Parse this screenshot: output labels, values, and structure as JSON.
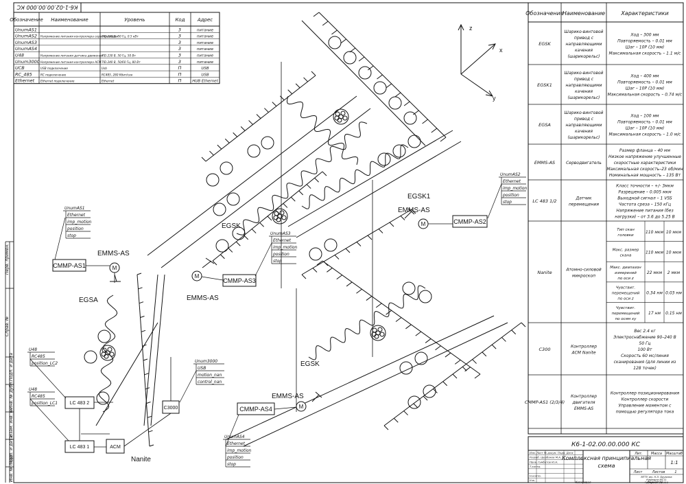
{
  "stamp": "К6-1-02.00.00.000 КС",
  "top_table": {
    "headers": [
      "Обозначение",
      "Наименование",
      "Уровень",
      "Код",
      "Адрес"
    ],
    "rows": [
      [
        "UnumAS1",
        "",
        "",
        "3",
        "питание"
      ],
      [
        "UnumAS2",
        "Напряжение питания контроллера сервоприводом",
        "7ID.230 В, 50 Гц, 0.5 кВт",
        "3",
        "питание"
      ],
      [
        "UnumAS3",
        "",
        "",
        "3",
        "питание"
      ],
      [
        "UnumAS4",
        "",
        "",
        "3",
        "питание"
      ],
      [
        "U48",
        "Напряжение питания датчика движения",
        "7ID.230 В, 50 Гц, 50 Вт",
        "3",
        "питание"
      ],
      [
        "Unum3000",
        "Напряжение питания контроллера АСМ",
        "7ID.240 В, 50/60 Гц, 80 Вт",
        "3",
        "питание"
      ],
      [
        "UCB",
        "USB подключение",
        "Usb",
        "П",
        "USB"
      ],
      [
        "RC_485",
        "RC подключение",
        "RC485, 280 Кбит/сек",
        "П",
        "USB"
      ],
      [
        "Ethernet",
        "Ethernet подключение",
        "Ethernet",
        "П",
        "HUB Ethernet"
      ]
    ]
  },
  "right_table": {
    "headers": [
      "Обозначение",
      "Наименование",
      "Характеристики"
    ],
    "rows": [
      {
        "code": "EGSK",
        "name": [
          "Шарико-винтовой",
          "привод с",
          "направляющими",
          "качения",
          "(шарикорельс)"
        ],
        "chars": [
          "Ход – 300 мм",
          "Повторяемость – 0.01 мм",
          "Шаг – 10Р (10 мм)",
          "Максимальная скорость – 1.1 м/с"
        ]
      },
      {
        "code": "EGSK1",
        "name": [
          "Шарико-винтовой",
          "привод с",
          "направляющими",
          "качения",
          "(шарикорельс)"
        ],
        "chars": [
          "Ход – 400 мм",
          "Повторяемость – 0.01 мм",
          "Шаг – 10Р (10 мм)",
          "Максимальная скорость – 0.74 м/с"
        ]
      },
      {
        "code": "EGSA",
        "name": [
          "Шарико-винтовой",
          "привод с",
          "направляющими",
          "качения",
          "(шарикорельс)"
        ],
        "chars": [
          "Ход – 100 мм",
          "Повторяемость – 0.01 мм",
          "Шаг – 10Р (10 мм)",
          "Максимальная скорость – 1.0 м/с"
        ]
      },
      {
        "code": "EMMS-AS",
        "name": [
          "Серводвигатель"
        ],
        "chars": [
          "Размер фланца – 40 мм",
          "Низкое напряжение улучшенные",
          "скоростные характеристики",
          "Максимальная скорость–23 об/мин",
          "Номинальная мощность – 135 Вт"
        ]
      },
      {
        "code": "LC 483 1/2",
        "name": [
          "Датчик",
          "перемещения"
        ],
        "chars": [
          "Класс точности – +/- 3мкм",
          "Разрешение – 0.005 мкм",
          "Выходной сигнал – 1 VSS",
          "Частота среза – 150 кГц",
          "Напряжение питания (без",
          "нагрузки) – от 3.6 до 5.25 В"
        ]
      },
      {
        "code": "Nanite",
        "name": [
          "Атомно-силовой",
          "микроскоп"
        ],
        "chars": []
      },
      {
        "code": "C300",
        "name": [
          "Контроллер",
          "АСМ Nanite"
        ],
        "chars": [
          "Вес              2.4 кг",
          "Электроснабжение  90–240 В",
          "50 Гц",
          "100 Вт",
          "Скорость         60 мс/линия",
          "сканирования     (для линии из",
          "128 точек)"
        ]
      },
      {
        "code": "CMMP-AS1 (2/3/4)",
        "name": [
          "Контроллер",
          "двигателя",
          "EMMS-AS"
        ],
        "chars": [
          "Контроллер позиционирования",
          "Контроллер скорости",
          "Управление моментом с",
          "помощью регулятора тока"
        ]
      }
    ],
    "nanite_sub": [
      {
        "label": [
          "Тип скан",
          "головки"
        ],
        "v1": "110 мкм",
        "v2": "10 мкм"
      },
      {
        "label": [
          "Макс. размер",
          "скана"
        ],
        "v1": "110 мкм",
        "v2": "10 мкм"
      },
      {
        "label": [
          "Макс. диапазон",
          "измерений",
          "по оси z"
        ],
        "v1": "22 мкм",
        "v2": "2 мкм"
      },
      {
        "label": [
          "Чувствит.",
          "перемещений",
          "по оси z"
        ],
        "v1": "0.34 нм",
        "v2": "0.03 нм"
      },
      {
        "label": [
          "Чувствит.",
          "перемещений",
          "по осям xy"
        ],
        "v1": "17 нм",
        "v2": "0.15 нм"
      }
    ]
  },
  "title_block": {
    "code": "К6-1-02.00.00.000 КС",
    "title": [
      "Комплексная принципиальная",
      "схема"
    ],
    "lit_label": "Лит.",
    "mass_label": "Масса",
    "scale_label": "Масштаб",
    "scale": "1:1",
    "sheet_label": "Лист",
    "sheets_label": "Листов",
    "sheets": "1",
    "org": [
      "МГТУ им. Н.Э. Баумана",
      "Кафедра МТ11",
      "Группа МТ11-111"
    ],
    "rows": [
      "Изм. Лист № докум. Подп. Дата",
      "Разраб. Щербаков М.А.",
      "Пров.  Гумбатов Ю.Н.",
      "Т.контр.",
      "",
      "Н.контр.",
      "Утв."
    ],
    "copied": "Копировал",
    "format": "Формат А3"
  },
  "axes": {
    "z": "z",
    "x": "x",
    "y": "y"
  },
  "labels": {
    "egsk_top": "EGSK",
    "egsk1": "EGSK1",
    "egsa": "EGSA",
    "egsk_bottom": "EGSK",
    "emms1": "EMMS-AS",
    "emms2": "EMMS-AS",
    "emms3": "EMMS-AS",
    "emms4": "EMMS-AS",
    "cmmp1": "CMMP-AS1",
    "cmmp2": "CMMP-AS2",
    "cmmp3": "CMMP-AS3",
    "cmmp4": "CMMP-AS4",
    "motor": "M",
    "lc2": "LC 483 2",
    "lc1": "LC 483 1",
    "acm": "ACM",
    "c3000": "C3000",
    "nanite": "Nanite"
  },
  "bus": {
    "as1": [
      "UnumAS1",
      "Ethernet",
      "imp_motion",
      "position",
      "stop"
    ],
    "as2": [
      "UnumAS2",
      "Ethernet",
      "imp_motion",
      "position",
      "stop"
    ],
    "as3": [
      "UnumAS3",
      "Ethernet",
      "imp_motion",
      "position",
      "stop"
    ],
    "as4": [
      "UnumAS4",
      "Ethernet",
      "imp_motion",
      "position",
      "stop"
    ],
    "lc2": [
      "U48",
      "RC485",
      "position_LC2"
    ],
    "lc1": [
      "U48",
      "RC485",
      "position_LC1"
    ],
    "c3000": [
      "Unum3000",
      "USB",
      "motion_nan",
      "control_nan"
    ]
  },
  "side_labels": [
    "Перв. примен.",
    "Справ. №",
    "Подп. и дата",
    "Инв. № дубл.",
    "Взам. инв. №",
    "Подп. и дата",
    "Инв. № подл."
  ]
}
